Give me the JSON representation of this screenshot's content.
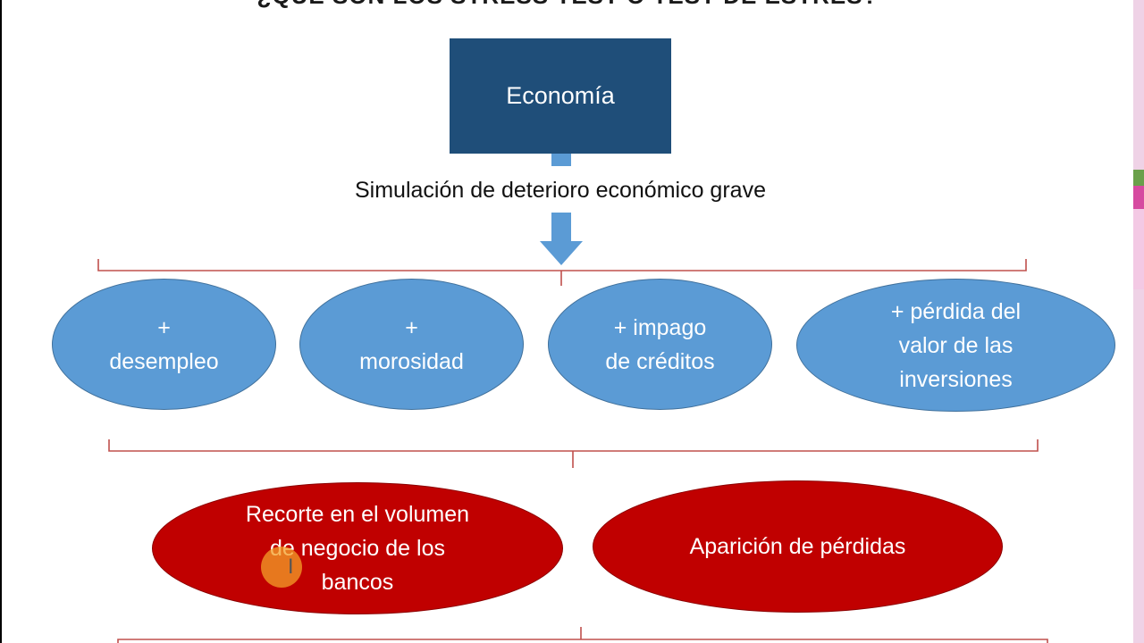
{
  "slide": {
    "title": "¿QUÉ SON LOS STRESS TEST O TEST DE ESTRÉS?",
    "top_box": {
      "label": "Economía",
      "color": "#1f4e79"
    },
    "simulation_label": "Simulación de deterioro económico grave",
    "effects": [
      {
        "lines": [
          "+",
          "desempleo"
        ]
      },
      {
        "lines": [
          "+",
          "morosidad"
        ]
      },
      {
        "lines": [
          "+ impago",
          "de créditos"
        ]
      },
      {
        "lines": [
          "+ pérdida del",
          "valor de las",
          "inversiones"
        ]
      }
    ],
    "consequences": [
      {
        "lines": [
          "Recorte en el volumen",
          "de negocio de los",
          "bancos"
        ]
      },
      {
        "lines": [
          "Aparición de pérdidas"
        ]
      }
    ],
    "colors": {
      "blue_shape": "#5b9bd5",
      "blue_outline": "#41719c",
      "red_shape": "#c00000",
      "red_outline": "#8b0000",
      "bracket": "#c0504d",
      "arrow": "#5b9bd5"
    }
  }
}
